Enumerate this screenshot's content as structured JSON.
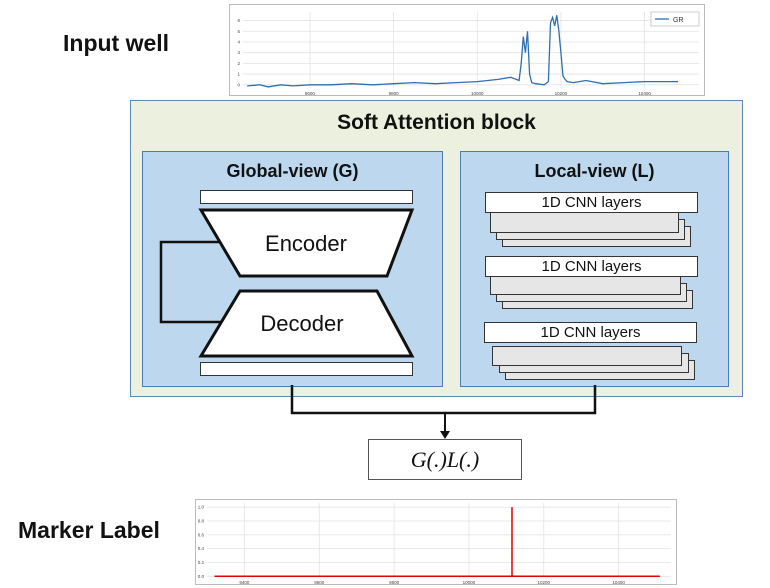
{
  "labels": {
    "input_well": "Input well",
    "marker_label": "Marker Label"
  },
  "attention_block": {
    "title": "Soft Attention block",
    "global_view": {
      "title": "Global-view (G)",
      "encoder": "Encoder",
      "decoder": "Decoder"
    },
    "local_view": {
      "title": "Local-view (L)",
      "layers": [
        "1D CNN layers",
        "1D CNN layers",
        "1D CNN layers"
      ]
    }
  },
  "output": {
    "formula": "G(.)L(.)"
  },
  "colors": {
    "outer_block": "#ebf1de",
    "inner_panel": "#bdd7ee",
    "gr_line": "#2f6fb0",
    "marker_line": "#e00000"
  },
  "chart_data": [
    {
      "type": "line",
      "legend": [
        "GR"
      ],
      "legend_position": "top-right",
      "grid": true,
      "x_ticks": [
        "9600",
        "9800",
        "10000",
        "10200",
        "10400"
      ],
      "y_ticks": [
        "0",
        "1",
        "2",
        "3",
        "4",
        "5",
        "6"
      ],
      "xlim": [
        9440,
        10530
      ],
      "ylim": [
        -0.3,
        6.8
      ],
      "series": [
        {
          "name": "GR",
          "x": [
            9450,
            9480,
            9500,
            9530,
            9560,
            9600,
            9650,
            9700,
            9750,
            9800,
            9850,
            9900,
            9950,
            10000,
            10050,
            10080,
            10100,
            10105,
            10110,
            10115,
            10120,
            10125,
            10130,
            10140,
            10160,
            10170,
            10175,
            10180,
            10185,
            10190,
            10195,
            10200,
            10205,
            10210,
            10215,
            10230,
            10260,
            10300,
            10350,
            10400,
            10450,
            10480
          ],
          "y": [
            -0.1,
            0.0,
            -0.2,
            0.0,
            -0.1,
            0.0,
            0.0,
            0.1,
            0.0,
            0.1,
            0.2,
            0.1,
            0.2,
            0.3,
            0.5,
            0.7,
            0.4,
            2.0,
            4.5,
            3.0,
            5.0,
            1.0,
            0.2,
            0.1,
            0.0,
            0.3,
            5.8,
            6.3,
            5.5,
            6.5,
            5.0,
            3.0,
            0.8,
            0.5,
            0.3,
            0.2,
            0.4,
            0.1,
            0.2,
            0.3,
            0.3,
            0.3
          ]
        }
      ]
    },
    {
      "type": "line",
      "grid": true,
      "x_ticks": [
        "9400",
        "9600",
        "9800",
        "10000",
        "10200",
        "10400"
      ],
      "y_ticks": [
        "0.0",
        "0.2",
        "0.4",
        "0.6",
        "0.8",
        "1.0"
      ],
      "xlim": [
        9300,
        10540
      ],
      "ylim": [
        -0.01,
        1.06
      ],
      "series": [
        {
          "x": [
            9320,
            10115,
            10115,
            10115,
            10510
          ],
          "y": [
            0,
            0,
            1,
            0,
            0
          ]
        }
      ]
    }
  ]
}
